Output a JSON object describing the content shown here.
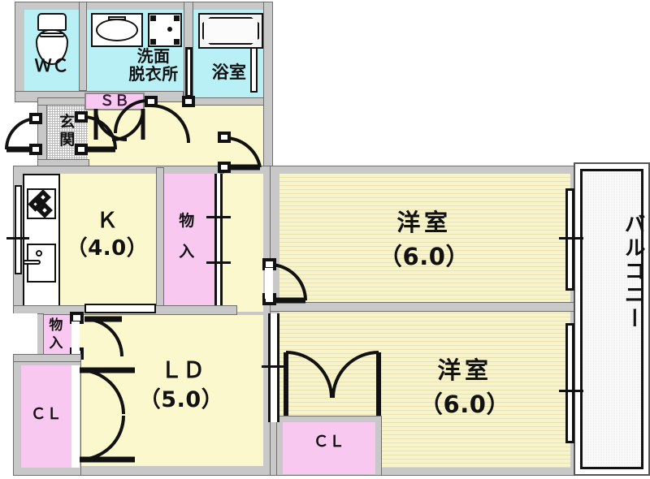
{
  "plan": {
    "title": "Japanese apartment floor plan (madori)",
    "unit_layout": "2LDK"
  },
  "rooms": [
    {
      "key": "wc",
      "label": "ＷＣ",
      "area": "",
      "type": "toilet"
    },
    {
      "key": "washroom",
      "label": "洗面\n脱衣所",
      "area": "",
      "type": "washroom"
    },
    {
      "key": "bath",
      "label": "浴室",
      "area": "",
      "type": "bathroom"
    },
    {
      "key": "shoebox",
      "label": "ＳＢ",
      "area": "",
      "type": "shoe-box"
    },
    {
      "key": "genkan",
      "label": "玄\n関",
      "area": "",
      "type": "entrance"
    },
    {
      "key": "kitchen",
      "label": "Ｋ",
      "area": "（4.0）",
      "type": "kitchen"
    },
    {
      "key": "closet_k",
      "label": "物\n入",
      "area": "",
      "type": "storage"
    },
    {
      "key": "closet_ld",
      "label": "物\n入",
      "area": "",
      "type": "storage"
    },
    {
      "key": "cl_left",
      "label": "ＣＬ",
      "area": "",
      "type": "closet"
    },
    {
      "key": "ld",
      "label": "ＬＤ",
      "area": "（5.0）",
      "type": "living-dining"
    },
    {
      "key": "room_top",
      "label": "洋室",
      "area": "（6.0）",
      "type": "western-room"
    },
    {
      "key": "room_bot",
      "label": "洋室",
      "area": "（6.0）",
      "type": "western-room"
    },
    {
      "key": "cl_bot",
      "label": "ＣＬ",
      "area": "",
      "type": "closet"
    },
    {
      "key": "balcony",
      "label": "バルコニー",
      "area": "",
      "type": "balcony"
    }
  ],
  "labels": {
    "wc": "ＷＣ",
    "washroom_line1": "洗面",
    "washroom_line2": "脱衣所",
    "bath": "浴室",
    "shoebox": "ＳＢ",
    "genkan_line1": "玄",
    "genkan_line2": "関",
    "kitchen_name": "Ｋ",
    "kitchen_area": "（4.0）",
    "closet_k_line1": "物",
    "closet_k_line2": "入",
    "closet_ld_line1": "物",
    "closet_ld_line2": "入",
    "cl_left": "ＣＬ",
    "ld_name": "ＬＤ",
    "ld_area": "（5.0）",
    "room_top_name": "洋室",
    "room_top_area": "（6.0）",
    "room_bot_name": "洋室",
    "room_bot_area": "（6.0）",
    "cl_bot": "ＣＬ",
    "balcony": "バルコニー"
  },
  "colors": {
    "wall": "#c8c8c8",
    "wall_outline": "#6e6e6e",
    "water_room": "#b8f0f5",
    "living_yellow": "#fbf8cd",
    "tatami_yellow": "#f6f3cd",
    "closet_pink": "#f8c8f0",
    "balcony_gray": "#e8e8e8",
    "ink": "#111111"
  },
  "fixtures": [
    {
      "key": "toilet",
      "name": "toilet-fixture",
      "room": "wc"
    },
    {
      "key": "vanity-sink",
      "name": "vanity-sink-fixture",
      "room": "washroom"
    },
    {
      "key": "washer-space",
      "name": "washing-machine-space",
      "room": "washroom"
    },
    {
      "key": "bathtub",
      "name": "bathtub-fixture",
      "room": "bath"
    },
    {
      "key": "stove",
      "name": "gas-stove-fixture",
      "room": "kitchen"
    },
    {
      "key": "kitchen-sink",
      "name": "kitchen-sink-fixture",
      "room": "kitchen"
    }
  ]
}
